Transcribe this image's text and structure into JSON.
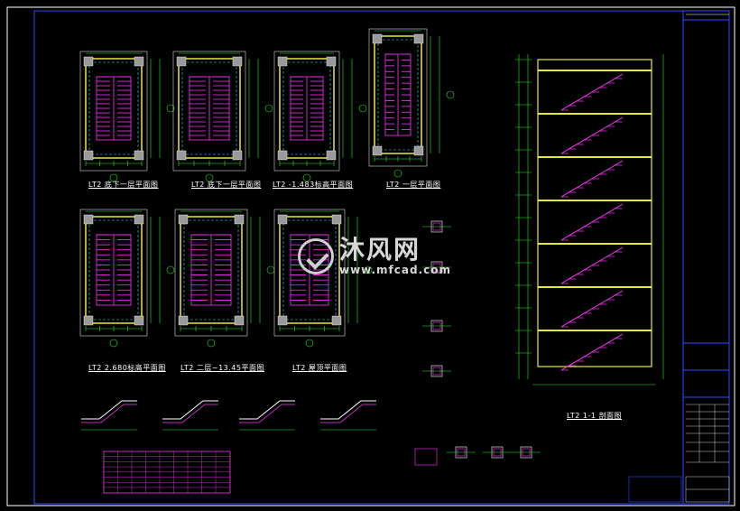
{
  "labels": {
    "plan_1": "LT2 底下一层平面图",
    "plan_2": "LT2 底下一层平面图",
    "plan_3": "LT2 -1.483标高平面图",
    "plan_4": "LT2 一层平面图",
    "plan_5": "LT2 2.680标高平面图",
    "plan_6": "LT2 二层~13.45平面图",
    "plan_7": "LT2 屋顶平面图",
    "section": "LT2 1-1 剖面图"
  },
  "watermark": {
    "name": "沐风网",
    "url": "www.mfcad.com"
  },
  "colors": {
    "frame": "#ffffff",
    "dimension": "#22ee22",
    "wall": "#e8e83a",
    "stair": "#ff33ff",
    "axis": "#33dddd",
    "column": "#9a9a9a"
  }
}
